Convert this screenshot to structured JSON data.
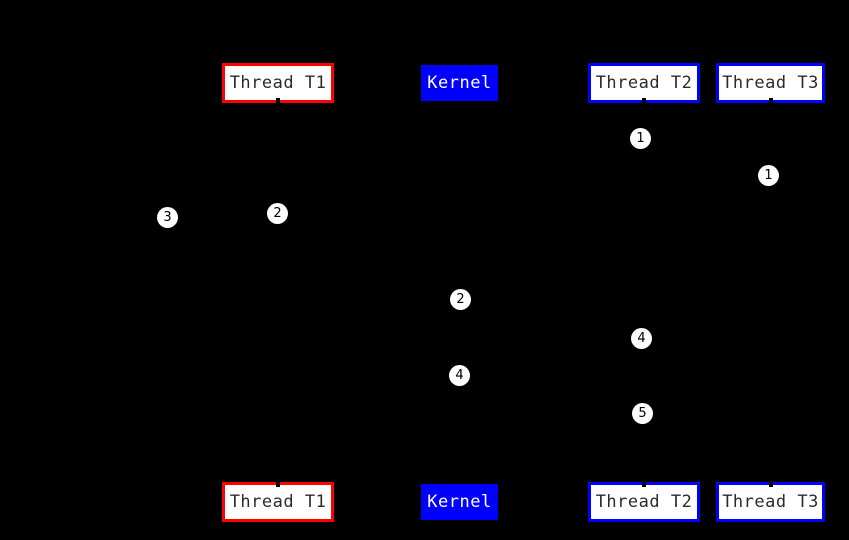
{
  "diagram": {
    "background_color": "#000000",
    "participants": {
      "t1": {
        "label": "Thread T1",
        "border_color": "#ff0000",
        "fill": "#ffffff",
        "text_color": "#2b2b2b"
      },
      "kernel": {
        "label": "Kernel",
        "border_color": "#0000ff",
        "fill": "#0000ff",
        "text_color": "#ffffff"
      },
      "t2": {
        "label": "Thread T2",
        "border_color": "#0000ff",
        "fill": "#ffffff",
        "text_color": "#2b2b2b"
      },
      "t3": {
        "label": "Thread T3",
        "border_color": "#0000ff",
        "fill": "#ffffff",
        "text_color": "#2b2b2b"
      }
    },
    "badges": [
      {
        "label": "1",
        "near": "thread-t2-lifeline"
      },
      {
        "label": "1",
        "near": "thread-t3-lifeline"
      },
      {
        "label": "2",
        "near": "thread-t1-lifeline"
      },
      {
        "label": "3",
        "near": "left-of-thread-t1"
      },
      {
        "label": "2",
        "near": "kernel-lifeline"
      },
      {
        "label": "4",
        "near": "kernel-lifeline"
      },
      {
        "label": "4",
        "near": "thread-t2-lifeline"
      },
      {
        "label": "5",
        "near": "thread-t2-lifeline"
      }
    ],
    "badge_style": {
      "fill": "#ffffff",
      "text_color": "#000000"
    }
  }
}
